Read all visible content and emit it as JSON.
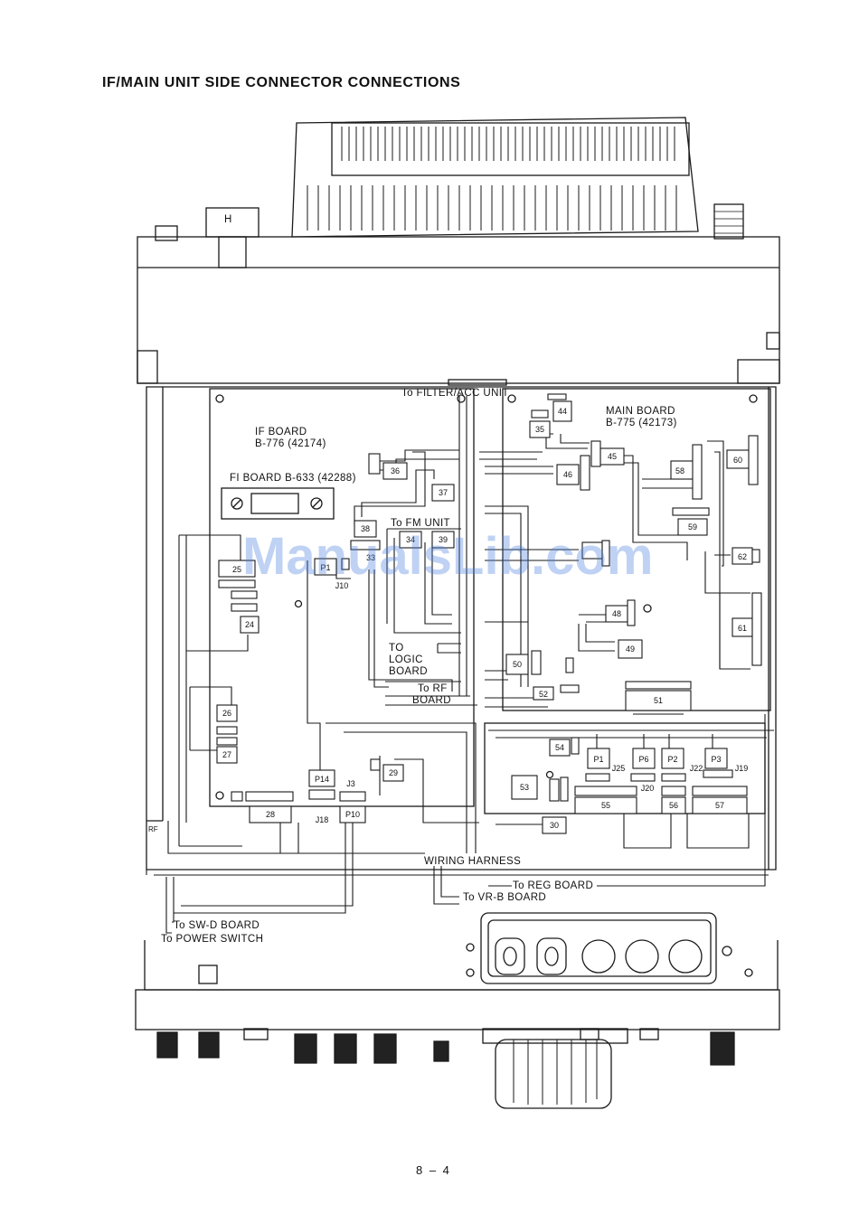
{
  "title": "IF/MAIN UNIT SIDE CONNECTOR CONNECTIONS",
  "page_number": "8 – 4",
  "watermark": "ManualsLib.com",
  "top_labels": {
    "h": "H"
  },
  "boards": {
    "if_board_name": "IF BOARD",
    "if_board_code": "B-776 (42174)",
    "fi_board": "FI BOARD B-633 (42288)",
    "main_board_name": "MAIN BOARD",
    "main_board_code": "B-775 (42173)"
  },
  "destinations": {
    "filter_acc": "To FILTER/ACC UNIT",
    "fm_unit": "To FM UNIT",
    "logic_1": "TO",
    "logic_2": "LOGIC",
    "logic_3": "BOARD",
    "rf_1": "To RF",
    "rf_2": "BOARD",
    "wiring_harness": "WIRING HARNESS",
    "reg_board": "To REG BOARD",
    "vrb_board": "To VR-B BOARD",
    "swd_board": "To SW-D BOARD",
    "power_switch": "To POWER SWITCH",
    "rf": "RF"
  },
  "connectors": {
    "c24": "24",
    "c25": "25",
    "c26": "26",
    "c27": "27",
    "c28": "28",
    "c29": "29",
    "c30": "30",
    "c33": "33",
    "c34": "34",
    "c35": "35",
    "c36": "36",
    "c37": "37",
    "c38": "38",
    "c39": "39",
    "c44": "44",
    "c45": "45",
    "c46": "46",
    "c48": "48",
    "c49": "49",
    "c50": "50",
    "c51": "51",
    "c52": "52",
    "c53": "53",
    "c54": "54",
    "c55": "55",
    "c56": "56",
    "c57": "57",
    "c58": "58",
    "c59": "59",
    "c60": "60",
    "c61": "61",
    "c62": "62",
    "p1": "P1",
    "p1b": "P1",
    "p2": "P2",
    "p3": "P3",
    "p6": "P6",
    "p10": "P10",
    "p14": "P14",
    "j3": "J3",
    "j10": "J10",
    "j18": "J18",
    "j19": "J19",
    "j20": "J20",
    "j22": "J22",
    "j25": "J25"
  }
}
